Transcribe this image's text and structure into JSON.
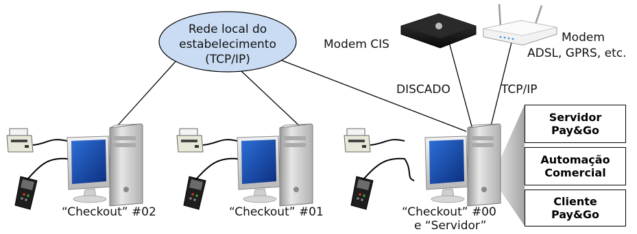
{
  "cloud": {
    "line1": "Rede local do",
    "line2": "estabelecimento",
    "line3": "(TCP/IP)",
    "fill": "#c9dcf4"
  },
  "labels": {
    "modem_cis": "Modem CIS",
    "modem_adsl_line1": "Modem",
    "modem_adsl_line2": "ADSL, GPRS, etc.",
    "discado": "DISCADO",
    "tcpip": "TCP/IP",
    "checkout_02": "“Checkout” #02",
    "checkout_01": "“Checkout” #01",
    "checkout_00_line1": "“Checkout” #00",
    "checkout_00_line2": "e “Servidor”"
  },
  "panel": {
    "box1_line1": "Servidor",
    "box1_line2": "Pay&Go",
    "box2_line1": "Automação",
    "box2_line2": "Comercial",
    "box3_line1": "Cliente",
    "box3_line2": "Pay&Go"
  },
  "colors": {
    "screen": "#1f57b8",
    "tower": "#c8c8c8",
    "cable": "#000000"
  }
}
